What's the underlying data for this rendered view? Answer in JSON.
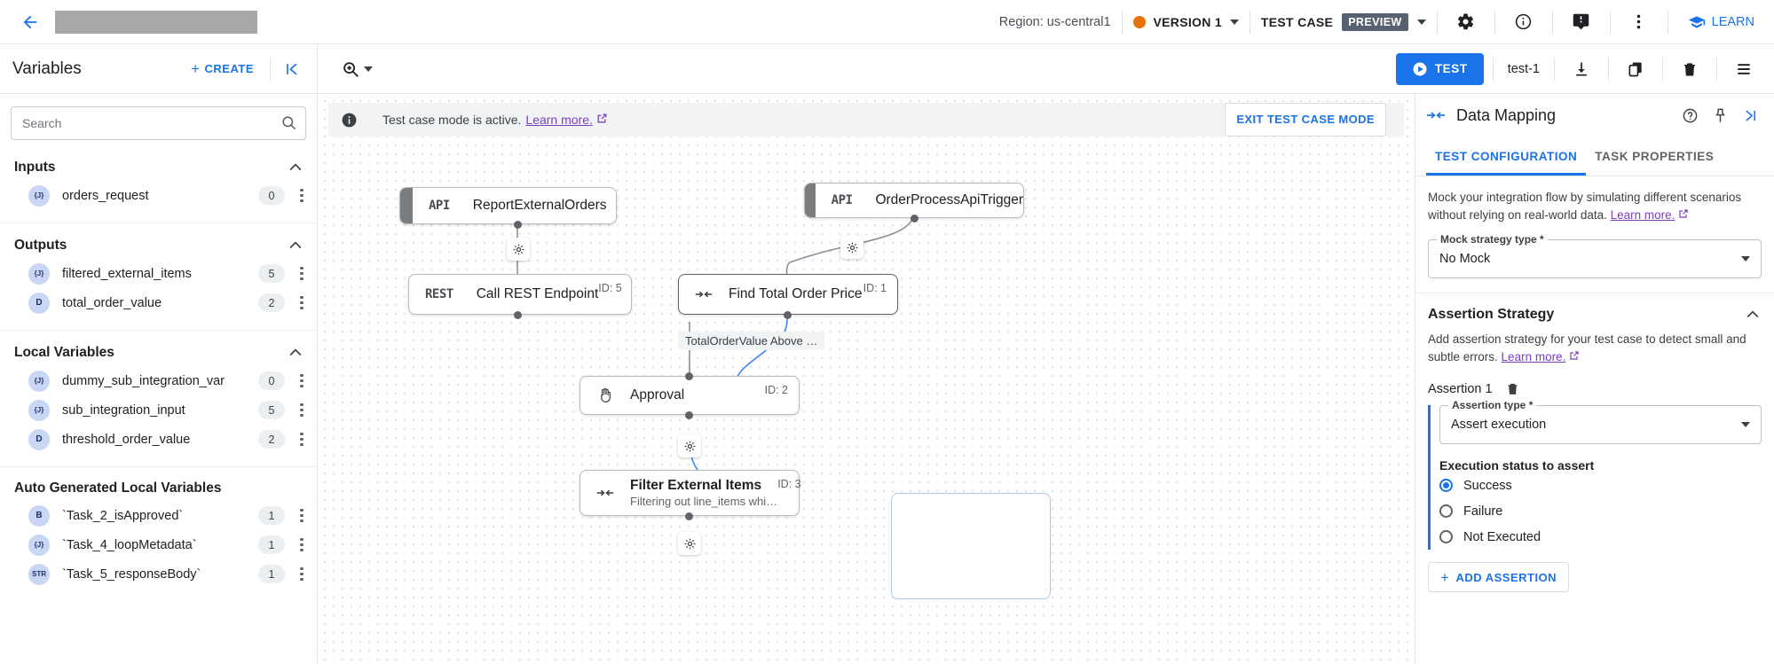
{
  "topbar": {
    "back_icon": "back-arrow-icon",
    "region": "Region: us-central1",
    "version": "VERSION 1",
    "testcase_label": "TEST CASE",
    "preview_badge": "PREVIEW",
    "settings_icon": "gear-icon",
    "info_icon": "info-icon",
    "feedback_icon": "feedback-icon",
    "more_icon": "kebab-menu-icon",
    "learn": "LEARN",
    "accent": "#1a73e8",
    "version_dot_color": "#e8710a",
    "preview_badge_color": "#566270"
  },
  "toolbar": {
    "variables_title": "Variables",
    "create_label": "CREATE",
    "collapse_icon": "collapse-panel-icon",
    "zoom_icon": "zoom-in-icon",
    "test_label": "TEST",
    "test_name": "test-1",
    "download_icon": "download-icon",
    "copy_icon": "copy-icon",
    "delete_icon": "delete-icon",
    "list_icon": "list-view-icon"
  },
  "sidebar": {
    "search_placeholder": "Search",
    "search_value": "",
    "sort_icon": "sort-icon",
    "sections": [
      {
        "title": "Inputs",
        "items": [
          {
            "type": "{J}",
            "name": "orders_request",
            "count": "0"
          }
        ]
      },
      {
        "title": "Outputs",
        "items": [
          {
            "type": "{J}",
            "name": "filtered_external_items",
            "count": "5"
          },
          {
            "type": "D",
            "name": "total_order_value",
            "count": "2"
          }
        ]
      },
      {
        "title": "Local Variables",
        "items": [
          {
            "type": "{J}",
            "name": "dummy_sub_integration_var",
            "count": "0"
          },
          {
            "type": "{J}",
            "name": "sub_integration_input",
            "count": "5"
          },
          {
            "type": "D",
            "name": "threshold_order_value",
            "count": "2"
          }
        ]
      },
      {
        "title": "Auto Generated Local Variables",
        "items": [
          {
            "type": "B",
            "name": "`Task_2_isApproved`",
            "count": "1"
          },
          {
            "type": "{J}",
            "name": "`Task_4_loopMetadata`",
            "count": "1"
          },
          {
            "type": "STR",
            "name": "`Task_5_responseBody`",
            "count": "1"
          }
        ]
      }
    ]
  },
  "canvas": {
    "banner_text": "Test case mode is active.",
    "banner_link": "Learn more.",
    "exit_label": "EXIT TEST CASE MODE",
    "edge_label": "TotalOrderValue Above …",
    "nodes": [
      {
        "tag": "API",
        "title": "ReportExternalOrders",
        "id": ""
      },
      {
        "tag": "API",
        "title": "OrderProcessApiTrigger",
        "id": ""
      },
      {
        "tag": "REST",
        "title": "Call REST Endpoint",
        "id": "ID: 5"
      },
      {
        "icon": "data-mapping-icon",
        "title": "Find Total Order Price",
        "id": "ID: 1"
      },
      {
        "icon": "approval-hand-icon",
        "title": "Approval",
        "id": "ID: 2"
      },
      {
        "icon": "data-mapping-icon",
        "title": "Filter External Items",
        "subtitle": "Filtering out line_items whi…",
        "id": "ID: 3"
      }
    ]
  },
  "rpanel": {
    "title": "Data Mapping",
    "dm_icon": "data-mapping-icon",
    "help_icon": "help-icon",
    "pin_icon": "pin-icon",
    "expand_icon": "expand-panel-icon",
    "tabs": [
      {
        "label": "TEST CONFIGURATION",
        "active": true
      },
      {
        "label": "TASK PROPERTIES",
        "active": false
      }
    ],
    "mock_desc": "Mock your integration flow by simulating different scenarios without relying on real-world data.",
    "mock_link": "Learn more.",
    "mock_field_label": "Mock strategy type *",
    "mock_field_value": "No Mock",
    "assertion_section_title": "Assertion Strategy",
    "assertion_desc": "Add assertion strategy for your test case to detect small and subtle errors.",
    "assertion_link": "Learn more.",
    "assertion_name": "Assertion 1",
    "assertion_delete_icon": "delete-icon",
    "assertion_type_label": "Assertion type *",
    "assertion_type_value": "Assert execution",
    "exec_status_title": "Execution status to assert",
    "radios": [
      {
        "label": "Success",
        "selected": true
      },
      {
        "label": "Failure",
        "selected": false
      },
      {
        "label": "Not Executed",
        "selected": false
      }
    ],
    "add_assertion_label": "ADD ASSERTION"
  }
}
